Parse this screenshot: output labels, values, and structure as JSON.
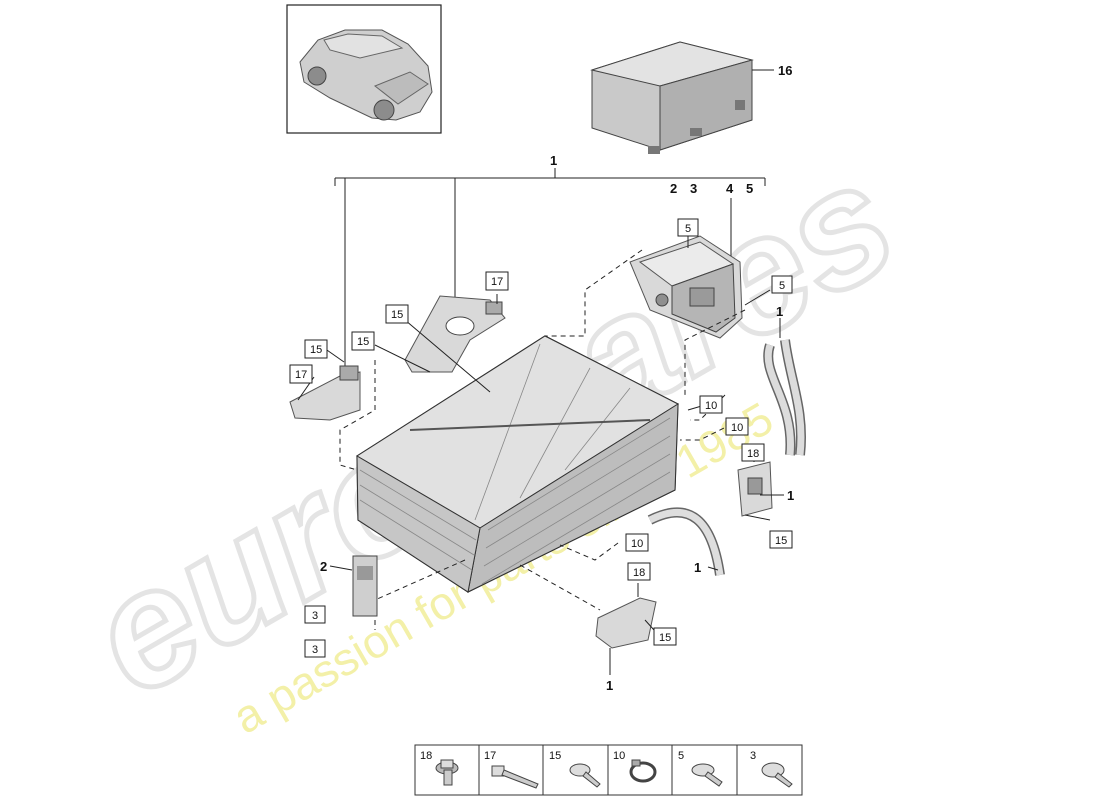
{
  "watermark": {
    "brand": "eurospares",
    "tagline": "a passion for parts since 1985",
    "brand_color": "#e6e6e6",
    "tagline_color": "#f3f0a8"
  },
  "callouts": {
    "c1_top": "1",
    "c2_top": "2",
    "c3_top": "3",
    "c4_top": "4",
    "c5_top": "5",
    "c16": "16",
    "c1_hose_right": "1",
    "c1_bracket_right": "1",
    "c1_hose_lower": "1",
    "c1_bottom": "1",
    "c2_left": "2"
  },
  "boxed_labels": {
    "b5_upper": "5",
    "b5_right": "5",
    "b17_top": "17",
    "b15_mid": "15",
    "b15_left_a": "15",
    "b15_left_b": "15",
    "b17_left": "17",
    "b10_a": "10",
    "b10_b": "10",
    "b18_right": "18",
    "b15_right": "15",
    "b10_lower": "10",
    "b18_bottom": "18",
    "b15_bottom": "15",
    "b3_a": "3",
    "b3_b": "3"
  },
  "legend": {
    "items": [
      {
        "label": "18",
        "icon": "hex-flange-bolt-icon"
      },
      {
        "label": "17",
        "icon": "long-bolt-icon"
      },
      {
        "label": "15",
        "icon": "torx-bolt-icon"
      },
      {
        "label": "10",
        "icon": "hose-clamp-icon"
      },
      {
        "label": "5",
        "icon": "flange-screw-icon"
      },
      {
        "label": "3",
        "icon": "pan-head-screw-icon"
      }
    ]
  }
}
